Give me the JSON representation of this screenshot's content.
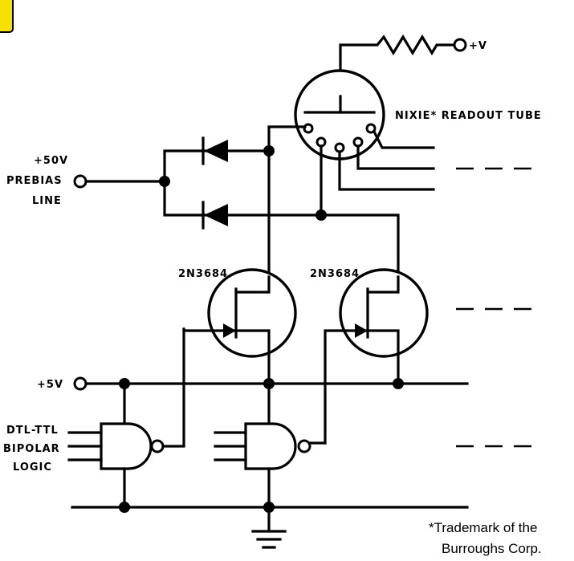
{
  "labels": {
    "prebias_line_1": "+50V",
    "prebias_line_2": "PREBIAS",
    "prebias_line_3": "LINE",
    "plus_v": "+V",
    "nixie": "NIXIE* READOUT TUBE",
    "transistor_1": "2N3684",
    "transistor_2": "2N3684",
    "plus_5v": "+5V",
    "logic_line_1": "DTL-TTL",
    "logic_line_2": "BIPOLAR",
    "logic_line_3": "LOGIC",
    "footnote_line_1": "*Trademark of the",
    "footnote_line_2": "Burroughs Corp."
  },
  "colors": {
    "ink": "#000000",
    "background": "#ffffff",
    "corner_tag": "#f5e000"
  }
}
